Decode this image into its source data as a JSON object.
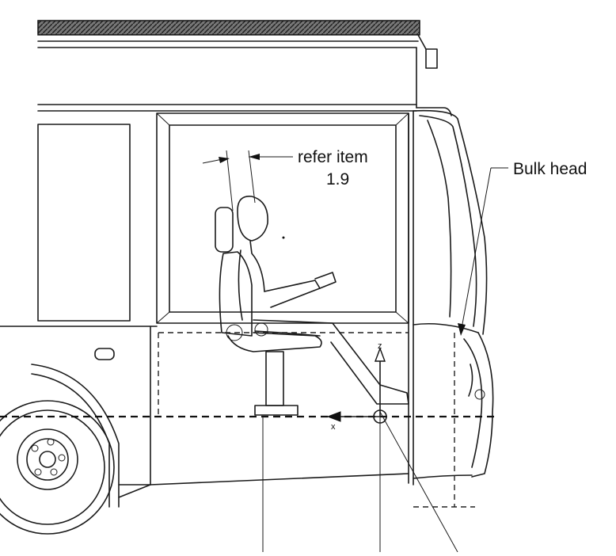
{
  "annotations": {
    "refer_item_line1": "refer item",
    "refer_item_line2": "1.9",
    "bulk_head": "Bulk head"
  },
  "axes": {
    "x_label": "x",
    "z_label": "z"
  },
  "colors": {
    "line": "#1a1a1a",
    "background": "#ffffff"
  }
}
